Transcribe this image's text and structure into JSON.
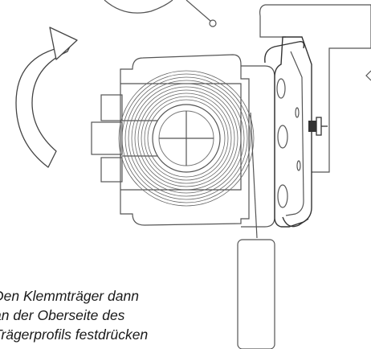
{
  "caption": {
    "line1": "Den Klemmträger dann",
    "line2": "an der Oberseite des",
    "line3": "Trägerprofils festdrücken"
  },
  "colors": {
    "line": "#555555",
    "dark": "#333333",
    "text": "#1a1a1a",
    "background": "#ffffff"
  },
  "icons": {
    "rotation": "curved-arrow-icon"
  }
}
